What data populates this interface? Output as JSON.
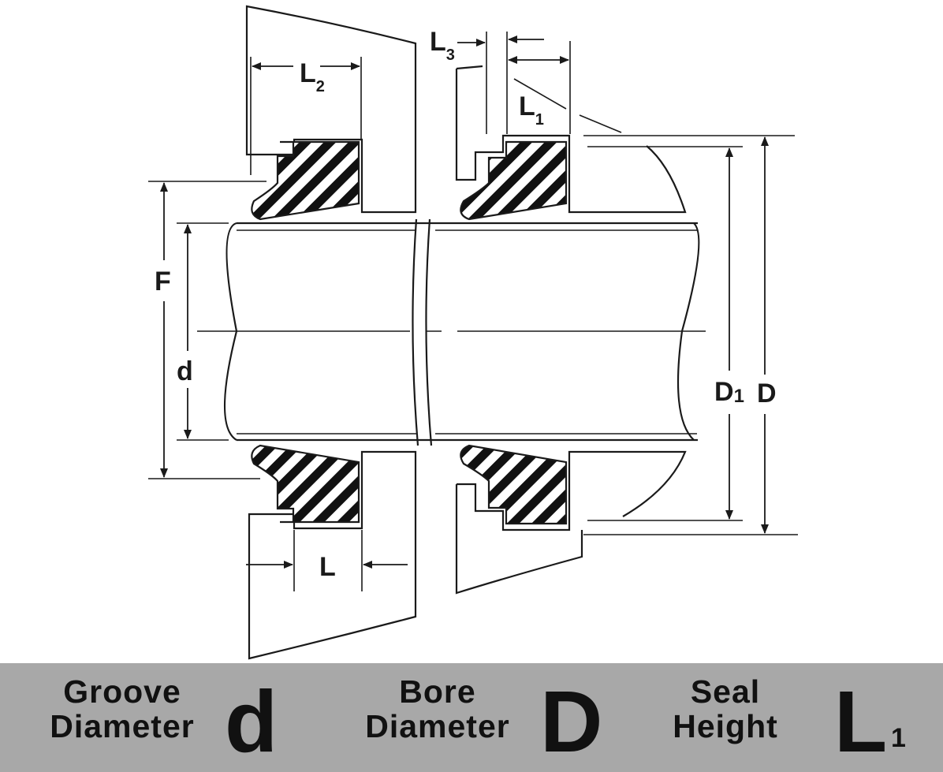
{
  "labels": {
    "L2": {
      "main": "L",
      "sub": "2"
    },
    "L3": {
      "main": "L",
      "sub": "3"
    },
    "L1": {
      "main": "L",
      "sub": "1"
    },
    "F": "F",
    "d": "d",
    "D1": {
      "main": "D",
      "sub": "1"
    },
    "D": "D",
    "L": "L"
  },
  "legend": {
    "groove": {
      "line1": "Groove",
      "line2": "Diameter",
      "symbol": "d"
    },
    "bore": {
      "line1": "Bore",
      "line2": "Diameter",
      "symbol": "D"
    },
    "seal": {
      "line1": "Seal",
      "line2": "Height",
      "symbol": "L",
      "symbol_sub": "1"
    }
  },
  "colors": {
    "ink": "#1a1a1a",
    "legend_bg": "#a8a8a8",
    "paper": "#ffffff"
  }
}
